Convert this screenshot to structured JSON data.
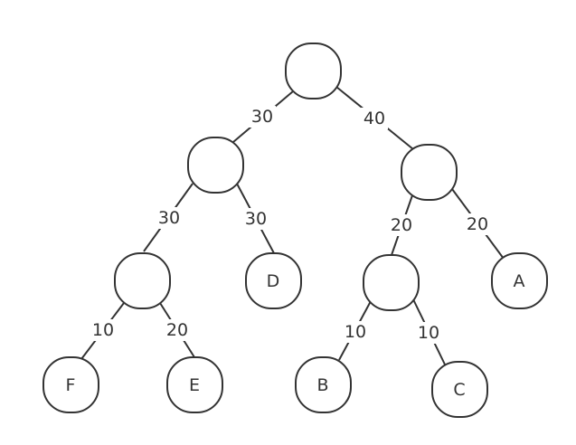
{
  "nodes": [
    {
      "id": "root",
      "label": ""
    },
    {
      "id": "n1",
      "label": ""
    },
    {
      "id": "n2",
      "label": ""
    },
    {
      "id": "n3",
      "label": ""
    },
    {
      "id": "D",
      "label": "D"
    },
    {
      "id": "n4",
      "label": ""
    },
    {
      "id": "A",
      "label": "A"
    },
    {
      "id": "F",
      "label": "F"
    },
    {
      "id": "E",
      "label": "E"
    },
    {
      "id": "B",
      "label": "B"
    },
    {
      "id": "C",
      "label": "C"
    }
  ],
  "edges": [
    {
      "from": "root",
      "to": "n1",
      "label": "30"
    },
    {
      "from": "root",
      "to": "n2",
      "label": "40"
    },
    {
      "from": "n1",
      "to": "n3",
      "label": "30"
    },
    {
      "from": "n1",
      "to": "D",
      "label": "30"
    },
    {
      "from": "n2",
      "to": "n4",
      "label": "20"
    },
    {
      "from": "n2",
      "to": "A",
      "label": "20"
    },
    {
      "from": "n3",
      "to": "F",
      "label": "10"
    },
    {
      "from": "n3",
      "to": "E",
      "label": "20"
    },
    {
      "from": "n4",
      "to": "B",
      "label": "10"
    },
    {
      "from": "n4",
      "to": "C",
      "label": "10"
    }
  ]
}
